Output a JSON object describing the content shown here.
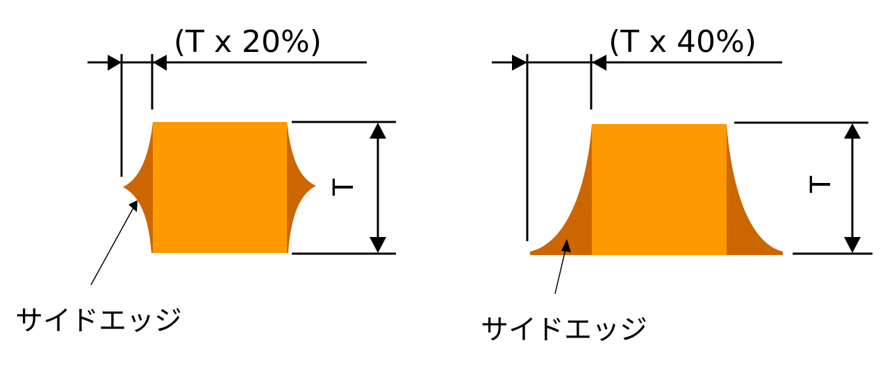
{
  "colors": {
    "body": "#FF9900",
    "edge": "#CC6600",
    "line": "#000000",
    "background": "#FFFFFF"
  },
  "diagrams": [
    {
      "id": "left",
      "dimension_label": "(T x 20%)",
      "thickness_label": "T",
      "callout_label": "サイドエッジ",
      "edge_shape": "concave-point-mid"
    },
    {
      "id": "right",
      "dimension_label": "(T x 40%)",
      "thickness_label": "T",
      "callout_label": "サイドエッジ",
      "edge_shape": "concave-flare-bottom"
    }
  ]
}
